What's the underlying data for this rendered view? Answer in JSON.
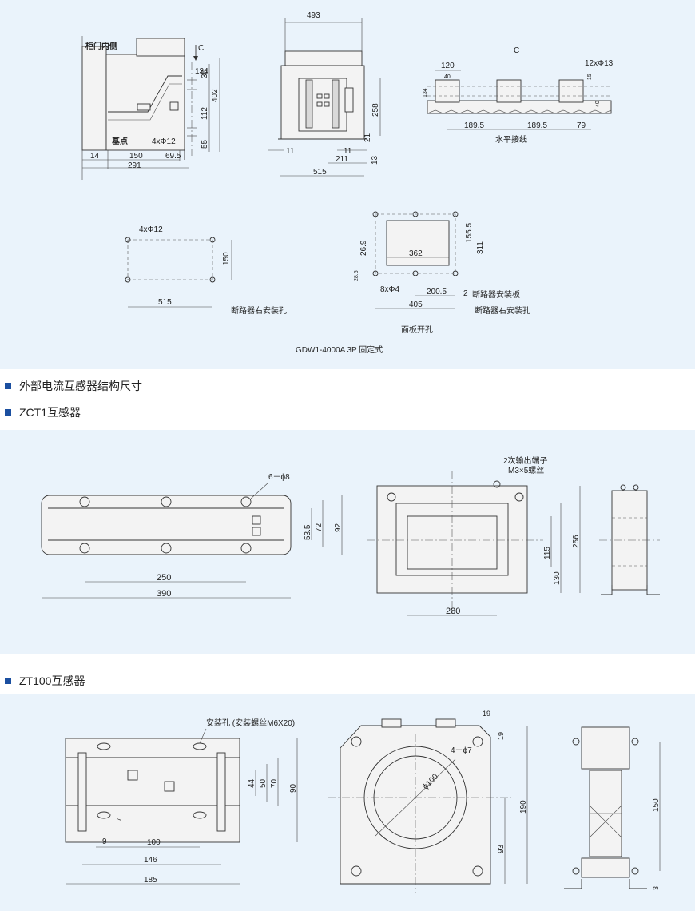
{
  "panel1": {
    "caption": "GDW1-4000A 3P    固定式",
    "side_view": {
      "label_door": "柜门内侧",
      "label_C": "C",
      "label_base": "基点",
      "label_holes": "4xΦ12",
      "dims": [
        "134",
        "30",
        "402",
        "112",
        "55",
        "14",
        "150",
        "69.5",
        "291"
      ]
    },
    "front_view": {
      "dims": [
        "493",
        "258",
        "21",
        "11",
        "11",
        "211",
        "13",
        "515"
      ]
    },
    "busbar_view": {
      "label_C": "C",
      "label_holes": "12xΦ13",
      "dims": [
        "120",
        "40",
        "134",
        "15",
        "40",
        "189.5",
        "189.5",
        "79"
      ],
      "label_horizontal": "水平接线"
    },
    "mount_view": {
      "label_holes": "4xΦ12",
      "dims": [
        "150",
        "515"
      ],
      "label_right_holes": "断路器右安装孔"
    },
    "panel_cutout": {
      "dims": [
        "155.5",
        "311",
        "26.9",
        "362",
        "28.5",
        "200.5",
        "2",
        "405"
      ],
      "label_holes": "8xΦ4",
      "label_mount_plate": "断路器安装板",
      "label_right_holes": "断路器右安装孔",
      "label_cutout": "面板开孔"
    }
  },
  "headings": {
    "h1": "外部电流互感器结构尺寸",
    "h2": "ZCT1互感器",
    "h3": "ZT100互感器"
  },
  "zct1": {
    "label_holes": "6－ϕ8",
    "label_terminal_1": "2次输出端子",
    "label_terminal_2": "M3×5螺丝",
    "dims": [
      "53.5",
      "72",
      "92",
      "250",
      "390",
      "115",
      "130",
      "256",
      "280"
    ]
  },
  "zt100": {
    "label_mount": "安装孔 (安装螺丝M6X20)",
    "label_holes": "4－ϕ7",
    "label_diameter": "ϕ100",
    "dims": [
      "44",
      "50",
      "70",
      "90",
      "7",
      "9",
      "100",
      "146",
      "185",
      "19",
      "19",
      "190",
      "93",
      "150",
      "3"
    ]
  },
  "colors": {
    "panel_bg": "#eaf3fb",
    "heading_square": "#1b4fa0",
    "line": "#333333"
  }
}
